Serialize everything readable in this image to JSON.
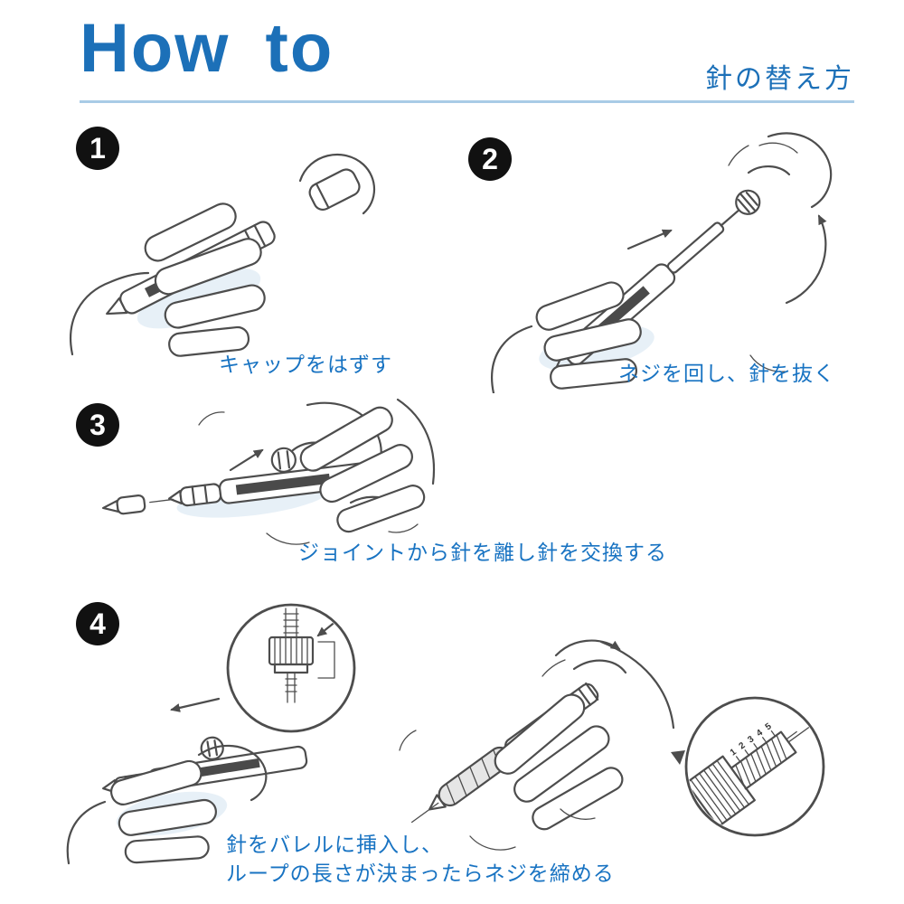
{
  "header": {
    "title": "How to",
    "subtitle": "針の替え方"
  },
  "steps": [
    {
      "number": "1",
      "caption": "キャップをはずす"
    },
    {
      "number": "2",
      "caption": "ネジを回し、針を抜く"
    },
    {
      "number": "3",
      "caption": "ジョイントから針を離し針を交換する"
    },
    {
      "number": "4",
      "caption_lines": [
        "針をバレルに挿入し、",
        "ループの長さが決まったらネジを締める"
      ],
      "magnifier_scale": [
        "1",
        "2",
        "3",
        "4",
        "5"
      ]
    }
  ],
  "colors": {
    "accent": "#1c70b8",
    "divider": "#a9cbe6",
    "caption": "#1873c2",
    "badge_bg": "#111111",
    "line_art": "#4d4d4d",
    "shade": "#d3e4f0"
  }
}
